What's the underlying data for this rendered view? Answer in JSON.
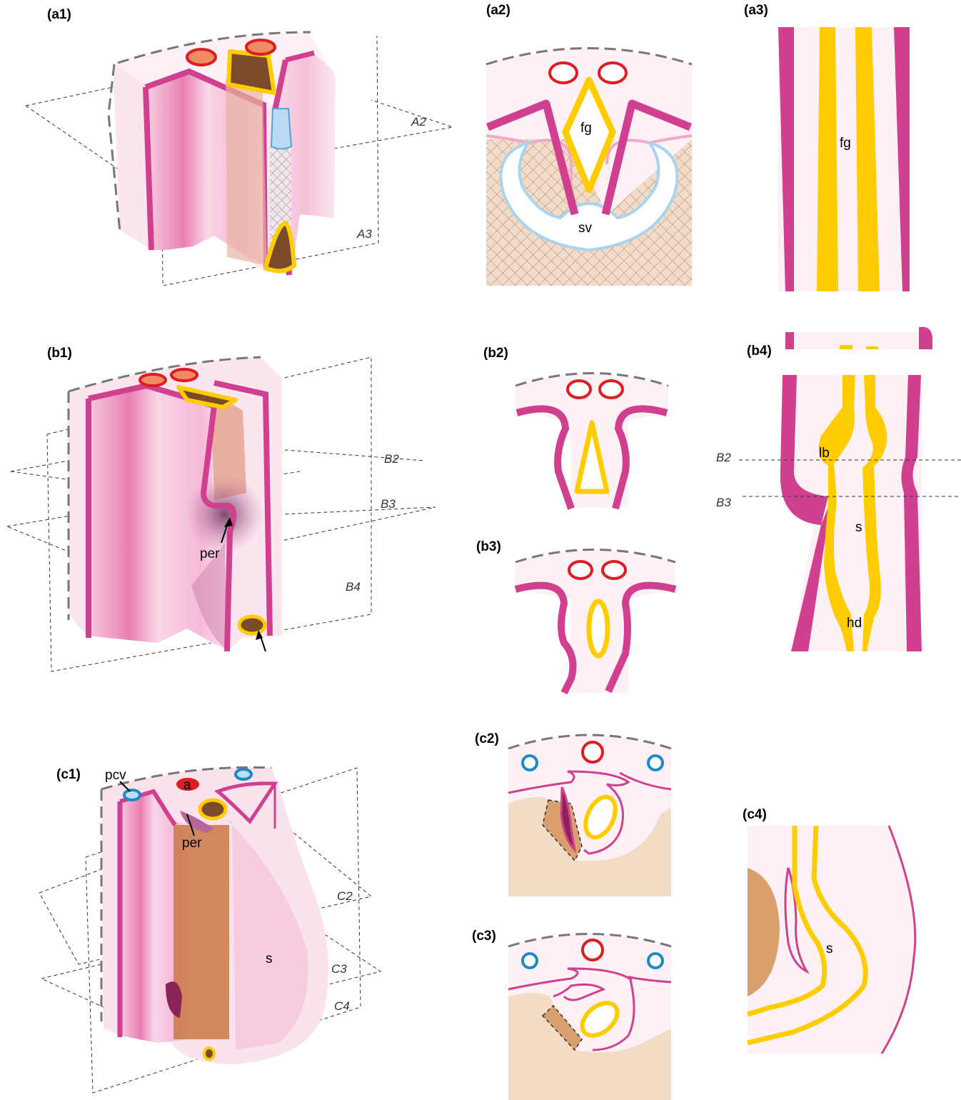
{
  "colors": {
    "magenta": "#d1408f",
    "yellow": "#ffcc00",
    "red": "#dd1c24",
    "blue": "#1e88c8",
    "light_blue": "#a8d4f0",
    "pink_bg": "#fdeef5",
    "tan": "#f3dcc6",
    "brown": "#7b4a2a",
    "orange_brown": "#c97845",
    "dark_purple": "#8a2457"
  },
  "panels": {
    "a1": "(a1)",
    "a2": "(a2)",
    "a3": "(a3)",
    "b1": "(b1)",
    "b2": "(b2)",
    "b3": "(b3)",
    "b4": "(b4)",
    "c1": "(c1)",
    "c2": "(c2)",
    "c3": "(c3)",
    "c4": "(c4)"
  },
  "planes": {
    "A2": "A2",
    "A3": "A3",
    "B2": "B2",
    "B3": "B3",
    "B4": "B4",
    "C2": "C2",
    "C3": "C3",
    "C4": "C4"
  },
  "labels": {
    "fg": "fg",
    "sv": "sv",
    "per": "per",
    "lb": "lb",
    "s": "s",
    "hd": "hd",
    "pcv": "pcv",
    "a": "a"
  }
}
